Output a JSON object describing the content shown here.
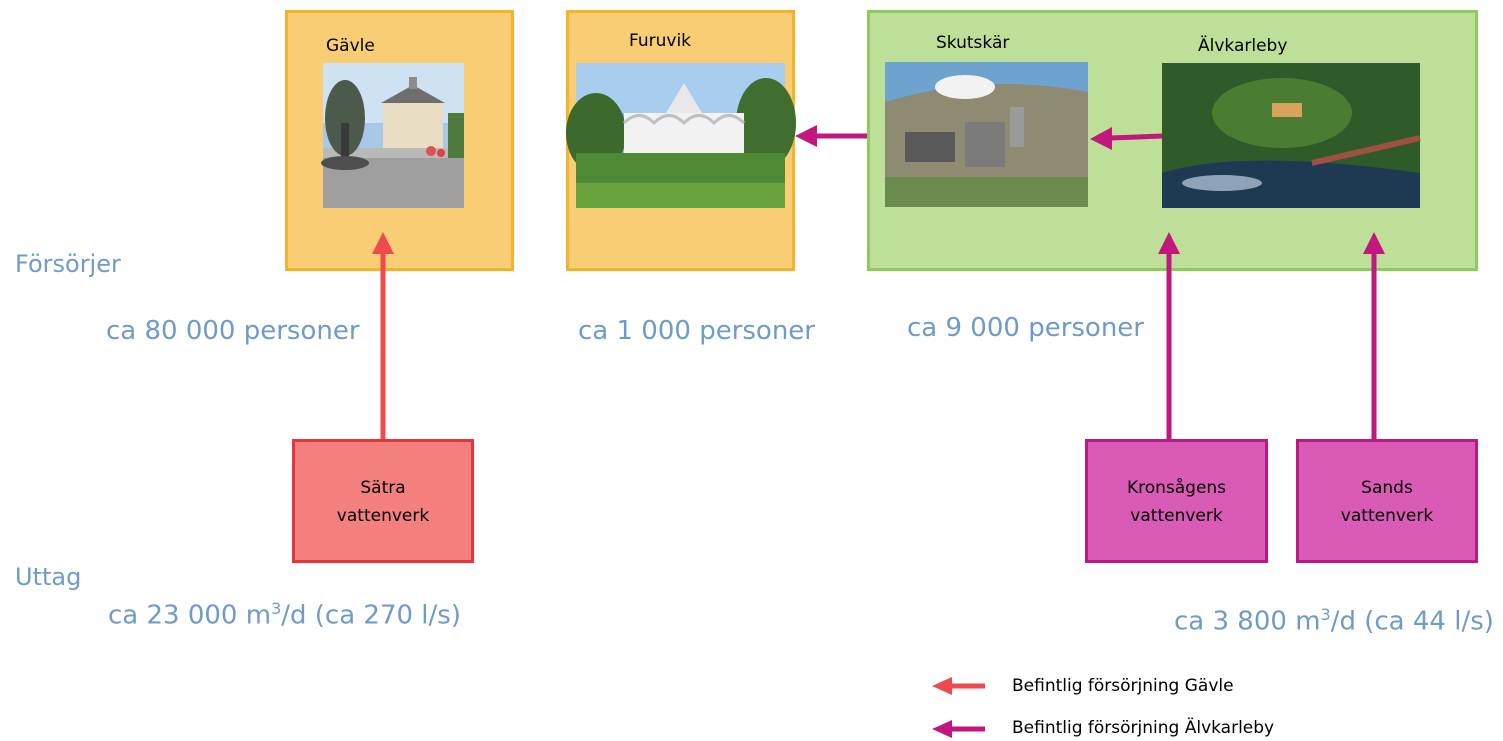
{
  "towns": {
    "gavle": "Gävle",
    "furuvik": "Furuvik",
    "skutskar": "Skutskär",
    "alvkarleby": "Älvkarleby"
  },
  "row_labels": {
    "forsorjer": "Försörjer",
    "uttag": "Uttag"
  },
  "population": {
    "gavle": "ca 80 000 personer",
    "furuvik": "ca 1 000 personer",
    "alvkarleby": "ca 9 000 personer"
  },
  "waterworks": {
    "satra": {
      "line1": "Sätra",
      "line2": "vattenverk"
    },
    "kronsagen": {
      "line1": "Kronsågens",
      "line2": "vattenverk"
    },
    "sands": {
      "line1": "Sands",
      "line2": "vattenverk"
    }
  },
  "withdrawal": {
    "gavle": {
      "pre": "ca 23 000 m",
      "sup": "3",
      "post": "/d (ca 270 l/s)"
    },
    "alvkarleby": {
      "pre": "ca 3 800 m",
      "sup": "3",
      "post": "/d (ca 44 l/s)"
    }
  },
  "legend": {
    "gavle": "Befintlig försörjning Gävle",
    "alvkarleby": "Befintlig försörjning Älvkarleby"
  },
  "colors": {
    "gavle_arrow": "#ef4a4e",
    "alvkarleby_arrow": "#c2177e",
    "orange_box": "#f8cd74",
    "orange_border": "#f5b32a",
    "green_box": "#bedf98",
    "green_border": "#8ccb5c",
    "satra_fill": "#f47f7f",
    "satra_border": "#e3373c",
    "pink_fill": "#d95bb5",
    "pink_border": "#b91a84",
    "label_blue": "#6f9bc9"
  }
}
